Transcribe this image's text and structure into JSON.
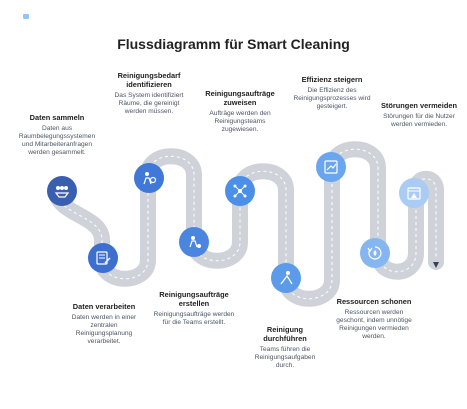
{
  "logo": {
    "text": ""
  },
  "title": "Flussdiagramm für Smart Cleaning",
  "steps": [
    {
      "heading": "Daten sammeln",
      "desc": "Daten aus Raumbelegungssystemen und Mitarbeiteranfragen werden gesammelt.",
      "icon": "data-collection-icon",
      "color": "#3b5fb0"
    },
    {
      "heading": "Daten verarbeiten",
      "desc": "Daten werden in einer zentralen Reinigungsplanung verarbeitet.",
      "icon": "data-processing-icon",
      "color": "#3d6fcf"
    },
    {
      "heading": "Reinigungsbedarf identifizieren",
      "desc": "Das System identifiziert Räume, die gereinigt werden müssen.",
      "icon": "identify-needs-icon",
      "color": "#3f78d6"
    },
    {
      "heading": "Reinigungsaufträge erstellen",
      "desc": "Reinigungsaufträge werden für die Teams erstellt.",
      "icon": "create-orders-icon",
      "color": "#4a86e0"
    },
    {
      "heading": "Reinigungsaufträge zuweisen",
      "desc": "Aufträge werden den Reinigungsteams zugewiesen.",
      "icon": "assign-orders-icon",
      "color": "#4c8fe6"
    },
    {
      "heading": "Reinigung durchführen",
      "desc": "Teams führen die Reinigungsaufgaben durch.",
      "icon": "cleaning-icon",
      "color": "#5b9bea"
    },
    {
      "heading": "Effizienz steigern",
      "desc": "Die Effizienz des Reinigungsprozesses wird gesteigert.",
      "icon": "efficiency-icon",
      "color": "#6aa6ee"
    },
    {
      "heading": "Ressourcen schonen",
      "desc": "Ressourcen werden geschont, indem unnötige Reinigungen vermieden werden.",
      "icon": "resources-icon",
      "color": "#86b6f0"
    },
    {
      "heading": "Störungen vermeiden",
      "desc": "Störungen für die Nutzer werden vermieden.",
      "icon": "avoid-disruptions-icon",
      "color": "#a9cbf4"
    }
  ],
  "colors": {
    "path": "#cfd3d9",
    "dashes": "#ffffff",
    "arrow": "#374151"
  }
}
